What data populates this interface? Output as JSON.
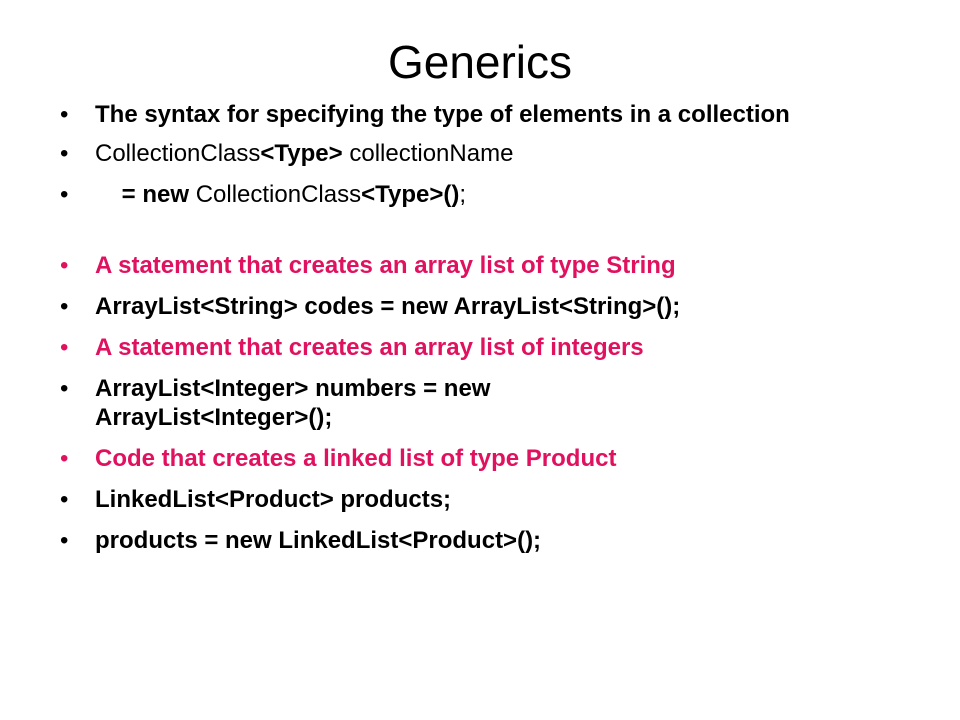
{
  "slide": {
    "title": "Generics",
    "bullet_char": "•",
    "items": [
      {
        "segments": [
          {
            "text": "The syntax for specifying the type of elements in a collection",
            "bold": true
          }
        ]
      },
      {
        "segments": [
          {
            "text": "CollectionClass"
          },
          {
            "text": "<Type>",
            "bold": true
          },
          {
            "text": " collectionName"
          }
        ]
      },
      {
        "segments": [
          {
            "text": "    = new",
            "bold": true
          },
          {
            "text": " CollectionClass"
          },
          {
            "text": "<Type>()",
            "bold": true
          },
          {
            "text": ";"
          }
        ]
      },
      {
        "segments": [
          {
            "text": "A statement that creates an array list of type String",
            "bold": true
          }
        ],
        "color": "#e0115f"
      },
      {
        "segments": [
          {
            "text": "ArrayList<String> codes = new ArrayList<String>();",
            "bold": true
          }
        ]
      },
      {
        "segments": [
          {
            "text": "A statement that creates an array list of integers",
            "bold": true
          }
        ],
        "color": "#e0115f"
      },
      {
        "segments": [
          {
            "text": "ArrayList<Integer> numbers = new ArrayList<Integer>();",
            "bold": true
          }
        ]
      },
      {
        "segments": [
          {
            "text": "Code that creates a linked list of type Product",
            "bold": true
          }
        ],
        "color": "#e0115f"
      },
      {
        "segments": [
          {
            "text": "LinkedList<Product> products;",
            "bold": true
          }
        ]
      },
      {
        "segments": [
          {
            "text": "products = new LinkedList<Product>();",
            "bold": true
          }
        ]
      }
    ]
  }
}
